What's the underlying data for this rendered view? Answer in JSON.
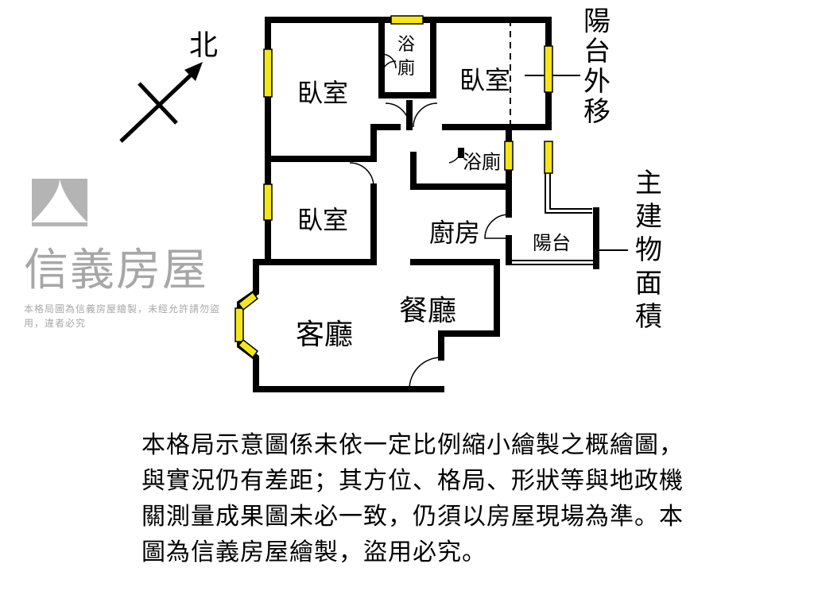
{
  "compass": {
    "north_label": "北"
  },
  "rooms": {
    "bedroom_1": "臥室",
    "bathroom_1": "浴廁",
    "bedroom_2": "臥室",
    "bathroom_2": "浴廁",
    "bedroom_3": "臥室",
    "kitchen": "廚房",
    "balcony": "陽台",
    "living_room": "客廳",
    "dining_room": "餐廳"
  },
  "annotations": {
    "balcony_moved": "陽台外移",
    "main_building_area": "主建物面積"
  },
  "watermark": {
    "brand": "信義房屋",
    "notice": "本格局圖為信義房屋繪製，未經允許請勿盜用，違者必究"
  },
  "disclaimer": "本格局示意圖係未依一定比例縮小繪製之概繪圖，與實況仍有差距；其方位、格局、形狀等與地政機關測量成果圖未必一致，仍須以房屋現場為準。本圖為信義房屋繪製，盜用必究。",
  "colors": {
    "wall": "#000000",
    "window": "#f5e61a",
    "watermark": "#8a8a8a"
  }
}
